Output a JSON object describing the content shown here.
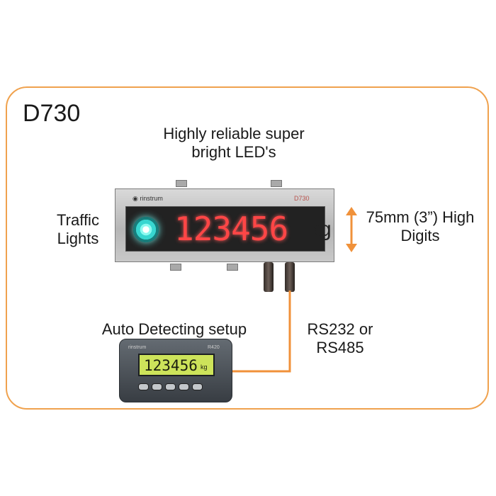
{
  "title": "D730",
  "headline": "Highly reliable super bright LED's",
  "traffic_lights_label": "Traffic Lights",
  "digits_label": "75mm (3”) High Digits",
  "setup_label": "Auto Detecting setup",
  "comms_label": "RS232 or RS485",
  "display": {
    "brand": "◉ rinstrum",
    "model": "D730",
    "reading": "123456",
    "unit": "kg"
  },
  "indicator": {
    "brand": "rinstrum",
    "model": "R420",
    "reading": "123456",
    "unit": "kg"
  },
  "colors": {
    "accent": "#f0a24e",
    "led_red": "#ff4646",
    "traffic_cyan": "#38d6d0",
    "lcd_green": "#cde35a"
  },
  "icons": [
    "up-down-arrow-icon",
    "cable-icon"
  ]
}
